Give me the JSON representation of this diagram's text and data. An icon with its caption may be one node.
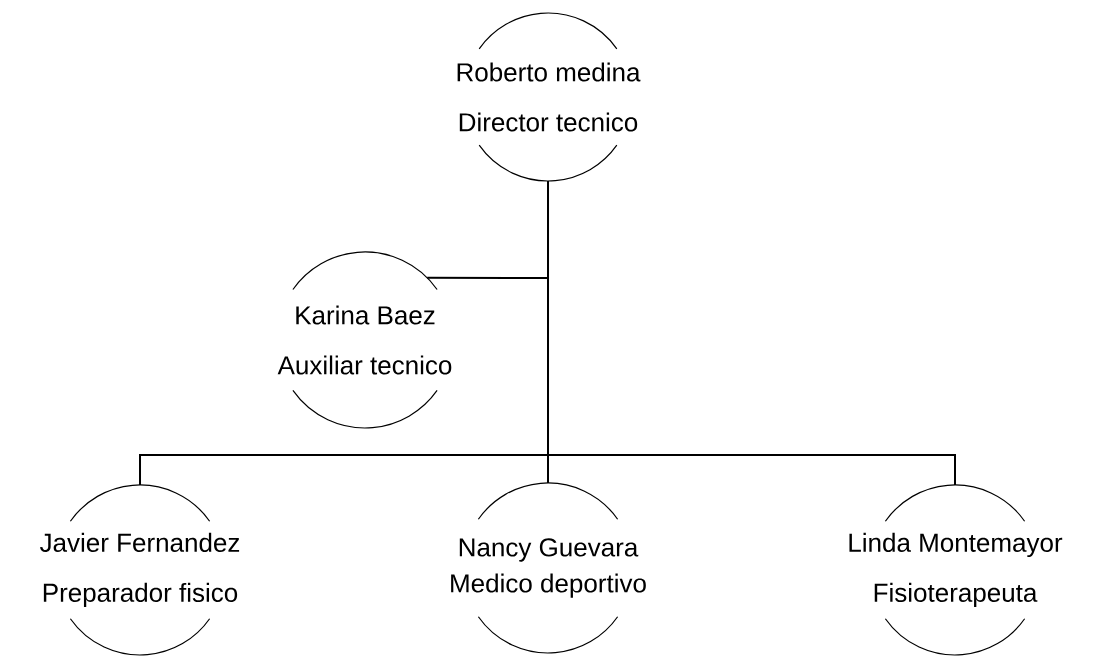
{
  "diagram": {
    "nodes": [
      {
        "text": [
          "Roberto medina",
          "Director tecnico"
        ]
      },
      {
        "text": [
          "Karina Baez",
          "Auxiliar tecnico"
        ]
      },
      {
        "text": [
          "Javier Fernandez",
          "Preparador fisico"
        ]
      },
      {
        "text": [
          "Nancy Guevara",
          "Medico deportivo"
        ]
      },
      {
        "text": [
          "Linda Montemayor",
          "Fisioterapeuta"
        ]
      }
    ],
    "edges": [
      {
        "from": 0,
        "to": 1,
        "arrow": "none"
      },
      {
        "from": 0,
        "to": 2,
        "arrow": "none"
      },
      {
        "from": 0,
        "to": 3,
        "arrow": "none"
      },
      {
        "from": 0,
        "to": 4,
        "arrow": "none"
      }
    ]
  }
}
